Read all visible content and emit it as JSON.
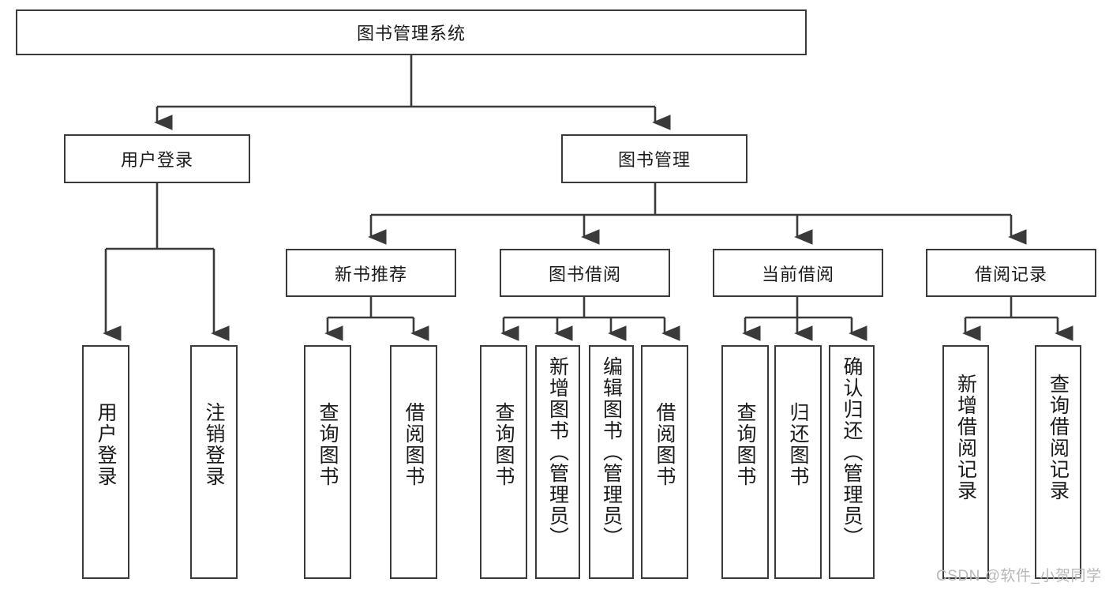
{
  "diagram": {
    "title_box": {
      "label": "图书管理系统"
    },
    "level2": [
      {
        "id": "user-login",
        "label": "用户登录"
      },
      {
        "id": "book-management",
        "label": "图书管理"
      }
    ],
    "level3": [
      {
        "id": "new-book-recommend",
        "label": "新书推荐"
      },
      {
        "id": "book-borrow",
        "label": "图书借阅"
      },
      {
        "id": "current-borrow",
        "label": "当前借阅"
      },
      {
        "id": "borrow-record",
        "label": "借阅记录"
      }
    ],
    "leaves": {
      "user_login": [
        {
          "id": "leaf-user-login",
          "label": "用户登录"
        },
        {
          "id": "leaf-logout-login",
          "label": "注销登录"
        }
      ],
      "new_book_recommend": [
        {
          "id": "leaf-query-book-1",
          "label": "查询图书"
        },
        {
          "id": "leaf-borrow-book-1",
          "label": "借阅图书"
        }
      ],
      "book_borrow": [
        {
          "id": "leaf-query-book-2",
          "label": "查询图书"
        },
        {
          "id": "leaf-add-book",
          "label": "新增图书（管理员）"
        },
        {
          "id": "leaf-edit-book",
          "label": "编辑图书（管理员）"
        },
        {
          "id": "leaf-borrow-book-2",
          "label": "借阅图书"
        }
      ],
      "current_borrow": [
        {
          "id": "leaf-query-book-3",
          "label": "查询图书"
        },
        {
          "id": "leaf-return-book",
          "label": "归还图书"
        },
        {
          "id": "leaf-confirm-return",
          "label": "确认归还（管理员）"
        }
      ],
      "borrow_record": [
        {
          "id": "leaf-add-record",
          "label": "新增借阅记录"
        },
        {
          "id": "leaf-query-record",
          "label": "查询借阅记录"
        }
      ]
    }
  },
  "watermark": {
    "text": "CSDN @软件_小贺同学"
  },
  "colors": {
    "stroke": "#3a3a3a",
    "text": "#1a1a1a",
    "background": "#ffffff",
    "watermark": "#b8b8b8"
  }
}
